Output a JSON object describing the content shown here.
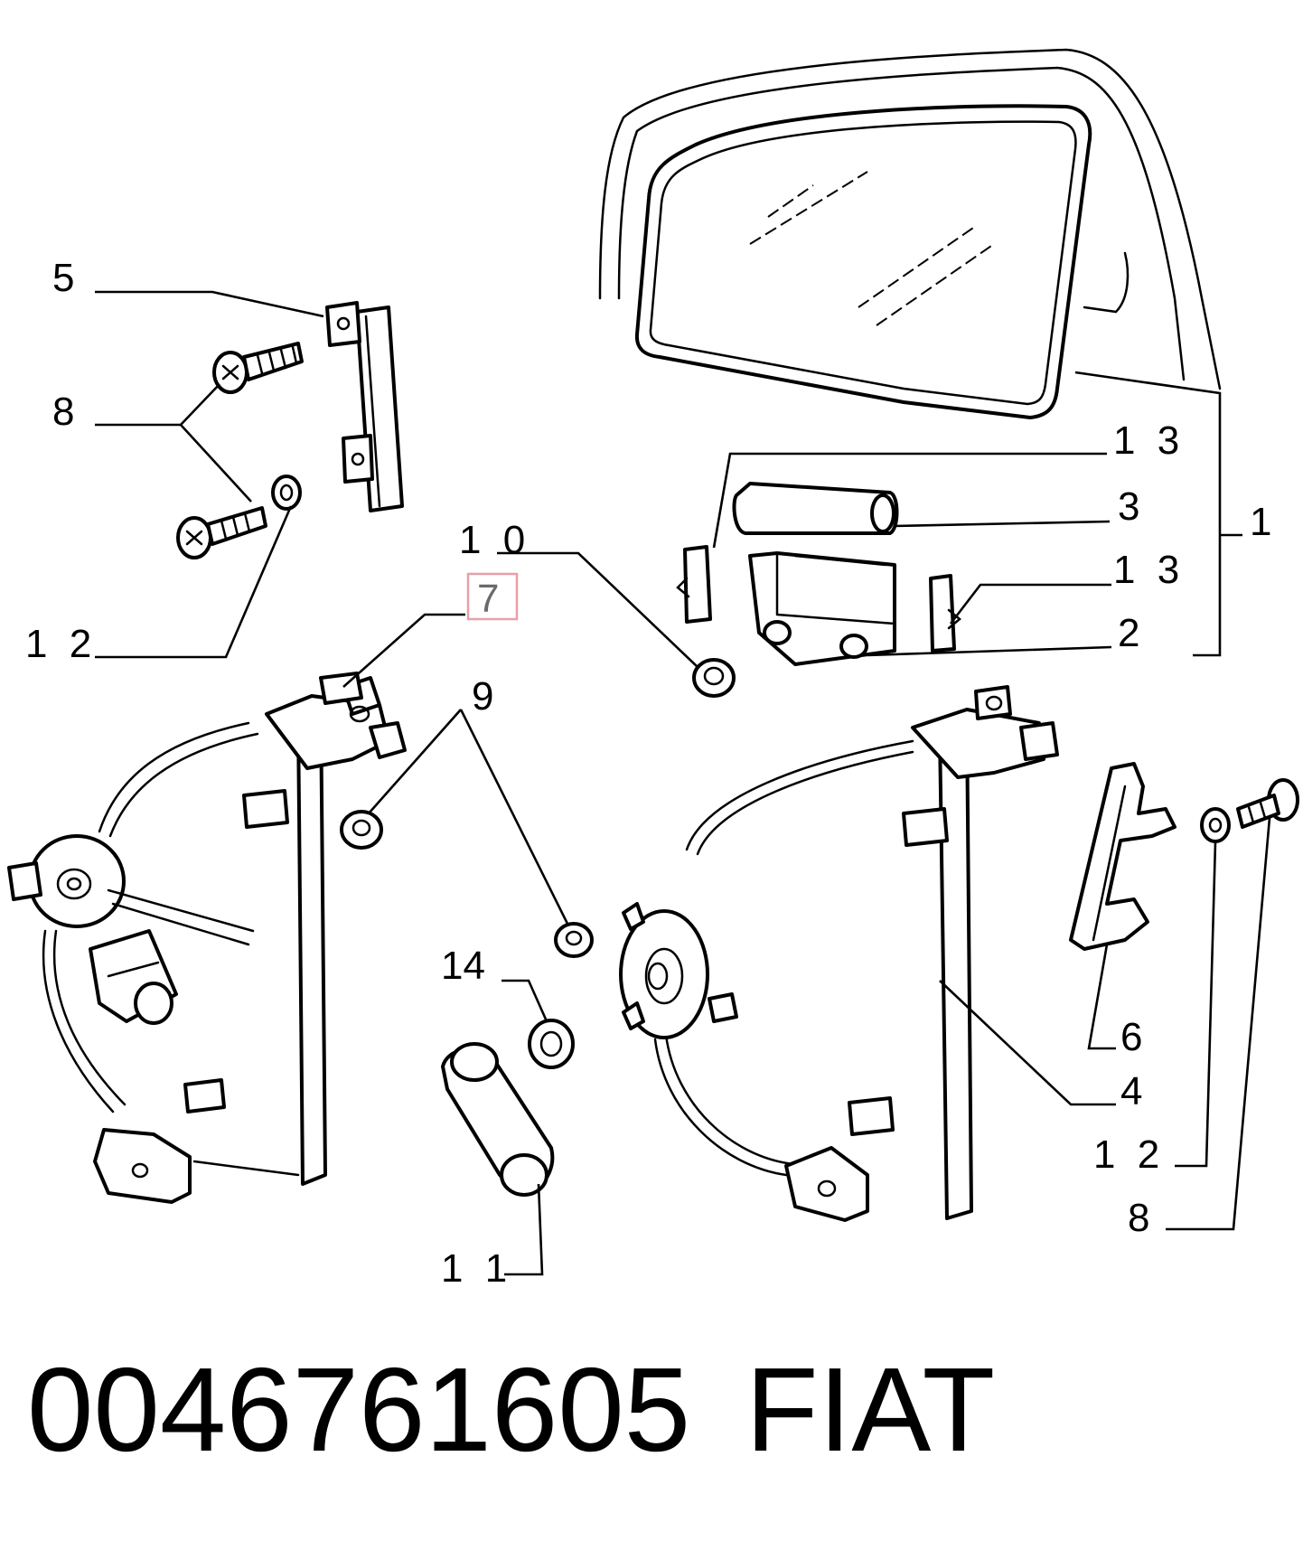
{
  "caption": {
    "part_number": "0046761605",
    "brand": "FIAT"
  },
  "highlight_color": "#e8a0a8",
  "callouts": {
    "c5": "5",
    "c8_left": "8",
    "c12_left": "1 2",
    "c7": "7",
    "c10": "1 0",
    "c9": "9",
    "c13_top": "1 3",
    "c3": "3",
    "c1": "1",
    "c13_mid": "1 3",
    "c2": "2",
    "c14": "14",
    "c11": "1 1",
    "c6": "6",
    "c4": "4",
    "c12_right": "1 2",
    "c8_right": "8"
  }
}
